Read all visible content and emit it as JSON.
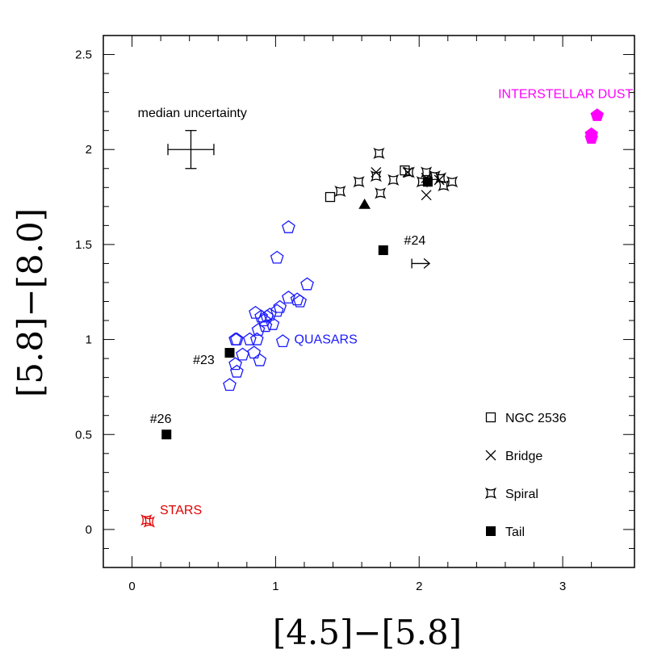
{
  "chart_data": {
    "type": "scatter",
    "xlabel": "[4.5]−[5.8]",
    "ylabel": "[5.8]−[8.0]",
    "xlim": [
      -0.2,
      3.5
    ],
    "ylim": [
      -0.2,
      2.6
    ],
    "xticks": [
      "0",
      "1",
      "2",
      "3"
    ],
    "yticks": [
      "0",
      "0.5",
      "1",
      "1.5",
      "2",
      "2.5"
    ],
    "grid": false,
    "legend_position": "bottom-right",
    "legend": [
      {
        "label": "NGC 2536",
        "marker": "open-square"
      },
      {
        "label": "Bridge",
        "marker": "cross"
      },
      {
        "label": "Spiral",
        "marker": "open-star"
      },
      {
        "label": "Tail",
        "marker": "filled-square"
      }
    ],
    "series": [
      {
        "name": "NGC 2536",
        "marker": "open-square",
        "color": "#000000",
        "points": [
          [
            1.38,
            1.75
          ],
          [
            1.9,
            1.89
          ]
        ]
      },
      {
        "name": "Bridge",
        "marker": "cross",
        "color": "#000000",
        "points": [
          [
            1.7,
            1.88
          ],
          [
            1.92,
            1.88
          ],
          [
            2.05,
            1.76
          ],
          [
            2.05,
            1.85
          ],
          [
            2.14,
            1.84
          ]
        ]
      },
      {
        "name": "Spiral",
        "marker": "open-star",
        "color": "#000000",
        "points": [
          [
            1.45,
            1.78
          ],
          [
            1.58,
            1.83
          ],
          [
            1.7,
            1.86
          ],
          [
            1.72,
            1.98
          ],
          [
            1.73,
            1.77
          ],
          [
            1.82,
            1.84
          ],
          [
            1.93,
            1.88
          ],
          [
            2.02,
            1.83
          ],
          [
            2.05,
            1.88
          ],
          [
            2.11,
            1.86
          ],
          [
            2.15,
            1.85
          ],
          [
            2.17,
            1.81
          ],
          [
            2.23,
            1.83
          ]
        ]
      },
      {
        "name": "Tail",
        "marker": "filled-square",
        "color": "#000000",
        "points": [
          [
            0.24,
            0.5
          ],
          [
            0.68,
            0.93
          ],
          [
            1.75,
            1.47
          ],
          [
            2.06,
            1.83
          ]
        ]
      },
      {
        "name": "Quasars",
        "marker": "open-pentagon",
        "color": "#1a1aff",
        "points": [
          [
            0.68,
            0.76
          ],
          [
            0.72,
            0.87
          ],
          [
            0.73,
            0.83
          ],
          [
            0.72,
            1.0
          ],
          [
            0.73,
            1.0
          ],
          [
            0.77,
            0.92
          ],
          [
            0.82,
            1.0
          ],
          [
            0.85,
            0.93
          ],
          [
            0.87,
            1.0
          ],
          [
            0.86,
            1.14
          ],
          [
            0.88,
            1.05
          ],
          [
            0.89,
            0.89
          ],
          [
            0.9,
            1.12
          ],
          [
            0.92,
            1.1
          ],
          [
            0.93,
            1.07
          ],
          [
            0.94,
            1.12
          ],
          [
            0.96,
            1.13
          ],
          [
            0.98,
            1.08
          ],
          [
            1.01,
            1.15
          ],
          [
            1.03,
            1.17
          ],
          [
            1.05,
            0.99
          ],
          [
            1.09,
            1.22
          ],
          [
            1.15,
            1.21
          ],
          [
            1.17,
            1.2
          ],
          [
            1.22,
            1.29
          ],
          [
            1.01,
            1.43
          ],
          [
            1.09,
            1.59
          ]
        ]
      },
      {
        "name": "Stars",
        "marker": "open-star",
        "color": "#e00000",
        "points": [
          [
            0.1,
            0.05
          ],
          [
            0.12,
            0.04
          ]
        ]
      },
      {
        "name": "Interstellar Dust",
        "marker": "filled-pentagon",
        "color": "#ff00ff",
        "points": [
          [
            3.24,
            2.18
          ],
          [
            3.2,
            2.08
          ],
          [
            3.2,
            2.06
          ]
        ]
      },
      {
        "name": "",
        "marker": "filled-triangle",
        "color": "#000000",
        "points": [
          [
            1.62,
            1.71
          ]
        ]
      }
    ],
    "error_bar": {
      "label": "median uncertainty",
      "x": 0.41,
      "y": 2.0,
      "xerr": 0.16,
      "yerr": 0.1
    },
    "arrow": {
      "x": 1.96,
      "y": 1.4,
      "direction": "right"
    },
    "annotations": [
      {
        "text": "median uncertainty",
        "x": 0.42,
        "y": 2.17,
        "color": "#000000"
      },
      {
        "text": "INTERSTELLAR DUST",
        "x": 3.02,
        "y": 2.27,
        "color": "#ff00ff"
      },
      {
        "text": "QUASARS",
        "x": 1.35,
        "y": 0.98,
        "color": "#1a1aff"
      },
      {
        "text": "STARS",
        "x": 0.34,
        "y": 0.08,
        "color": "#e00000"
      },
      {
        "text": "#24",
        "x": 1.97,
        "y": 1.5,
        "color": "#000000"
      },
      {
        "text": "#23",
        "x": 0.5,
        "y": 0.87,
        "color": "#000000"
      },
      {
        "text": "#26",
        "x": 0.2,
        "y": 0.56,
        "color": "#000000"
      }
    ]
  }
}
